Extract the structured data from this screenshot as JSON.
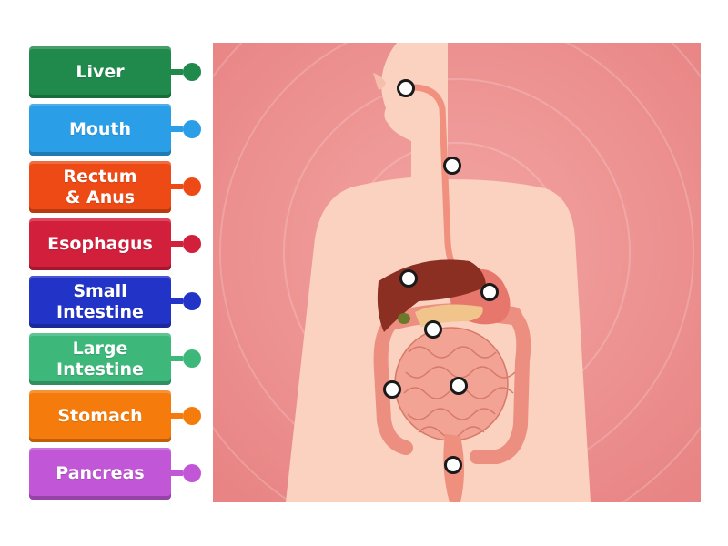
{
  "labels": [
    {
      "text": "Liver",
      "color": "#1f8a4c",
      "knob": "#1f8a4c"
    },
    {
      "text": "Mouth",
      "color": "#2a9ee6",
      "knob": "#2a9ee6"
    },
    {
      "text": "Rectum\n& Anus",
      "color": "#ee4a16",
      "knob": "#ee4a16"
    },
    {
      "text": "Esophagus",
      "color": "#d21f3c",
      "knob": "#d21f3c"
    },
    {
      "text": "Small\nIntestine",
      "color": "#2234c8",
      "knob": "#2234c8"
    },
    {
      "text": "Large\nIntestine",
      "color": "#3db87a",
      "knob": "#3db87a"
    },
    {
      "text": "Stomach",
      "color": "#f57c0c",
      "knob": "#f57c0c"
    },
    {
      "text": "Pancreas",
      "color": "#c157d6",
      "knob": "#c157d6"
    }
  ],
  "colors": {
    "background": "#eb8f8f",
    "skin": "#fbd1c0",
    "liver": "#8a2f22",
    "stomach": "#e7776c",
    "intestine": "#ef998a"
  },
  "targets": [
    "mouth",
    "esophagus",
    "liver",
    "stomach",
    "pancreas",
    "large-intestine",
    "small-intestine",
    "rectum"
  ]
}
